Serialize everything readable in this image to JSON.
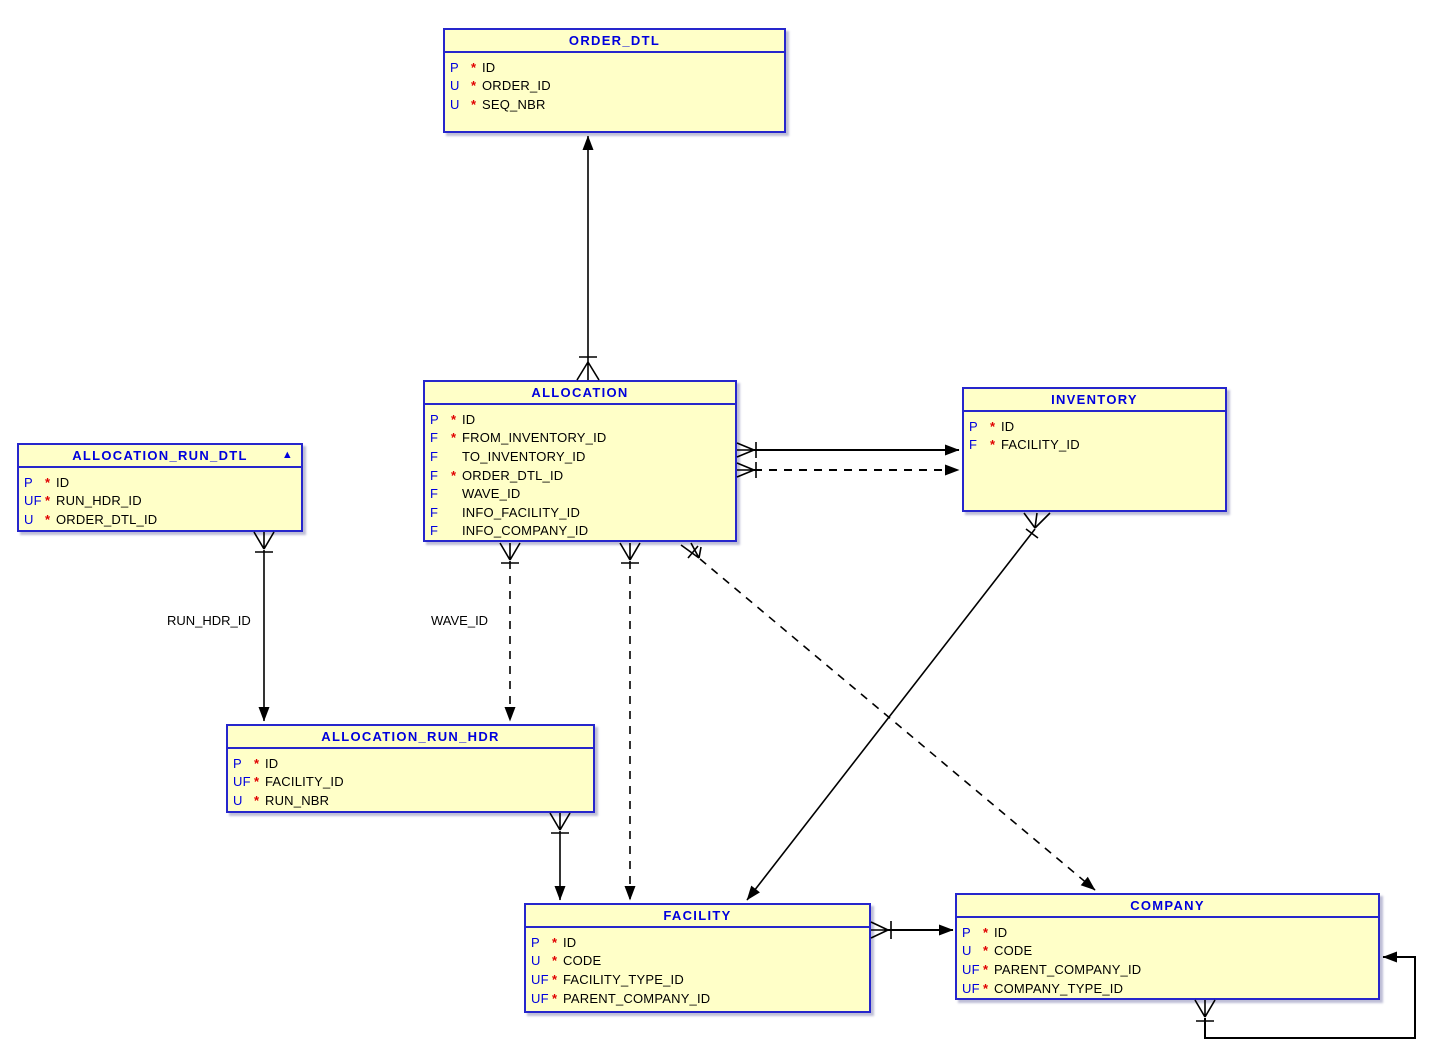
{
  "diagram_type": "entity-relationship-diagram",
  "colors": {
    "entity_fill": "#ffffc8",
    "entity_border": "#2626cc",
    "title_text": "#0000dd",
    "key_text": "#0000dd",
    "required_marker": "#e00000",
    "field_text": "#000000",
    "relationship_line": "#000000",
    "background": "#ffffff"
  },
  "entities": [
    {
      "name": "ORDER_DTL",
      "fields": [
        {
          "key": "P",
          "req": "*",
          "name": "ID"
        },
        {
          "key": "U",
          "req": "*",
          "name": "ORDER_ID"
        },
        {
          "key": "U",
          "req": "*",
          "name": "SEQ_NBR"
        }
      ]
    },
    {
      "name": "ALLOCATION",
      "fields": [
        {
          "key": "P",
          "req": "*",
          "name": "ID"
        },
        {
          "key": "F",
          "req": "*",
          "name": "FROM_INVENTORY_ID"
        },
        {
          "key": "F",
          "req": "",
          "name": "TO_INVENTORY_ID"
        },
        {
          "key": "F",
          "req": "*",
          "name": "ORDER_DTL_ID"
        },
        {
          "key": "F",
          "req": "",
          "name": "WAVE_ID"
        },
        {
          "key": "F",
          "req": "",
          "name": "INFO_FACILITY_ID"
        },
        {
          "key": "F",
          "req": "",
          "name": "INFO_COMPANY_ID"
        }
      ]
    },
    {
      "name": "INVENTORY",
      "fields": [
        {
          "key": "P",
          "req": "*",
          "name": "ID"
        },
        {
          "key": "F",
          "req": "*",
          "name": "FACILITY_ID"
        }
      ]
    },
    {
      "name": "ALLOCATION_RUN_DTL",
      "collapse_marker": "▲",
      "fields": [
        {
          "key": "P",
          "req": "*",
          "name": "ID"
        },
        {
          "key": "UF",
          "req": "*",
          "name": "RUN_HDR_ID"
        },
        {
          "key": "U",
          "req": "*",
          "name": "ORDER_DTL_ID"
        }
      ]
    },
    {
      "name": "ALLOCATION_RUN_HDR",
      "fields": [
        {
          "key": "P",
          "req": "*",
          "name": "ID"
        },
        {
          "key": "UF",
          "req": "*",
          "name": "FACILITY_ID"
        },
        {
          "key": "U",
          "req": "*",
          "name": "RUN_NBR"
        }
      ]
    },
    {
      "name": "FACILITY",
      "fields": [
        {
          "key": "P",
          "req": "*",
          "name": "ID"
        },
        {
          "key": "U",
          "req": "*",
          "name": "CODE"
        },
        {
          "key": "UF",
          "req": "*",
          "name": "FACILITY_TYPE_ID"
        },
        {
          "key": "UF",
          "req": "*",
          "name": "PARENT_COMPANY_ID"
        }
      ]
    },
    {
      "name": "COMPANY",
      "fields": [
        {
          "key": "P",
          "req": "*",
          "name": "ID"
        },
        {
          "key": "U",
          "req": "*",
          "name": "CODE"
        },
        {
          "key": "UF",
          "req": "*",
          "name": "PARENT_COMPANY_ID"
        },
        {
          "key": "UF",
          "req": "*",
          "name": "COMPANY_TYPE_ID"
        }
      ]
    }
  ],
  "relationships": [
    {
      "from": "ALLOCATION",
      "to": "ORDER_DTL",
      "line": "solid",
      "label": ""
    },
    {
      "from": "ALLOCATION",
      "to": "INVENTORY",
      "line": "solid",
      "label": ""
    },
    {
      "from": "ALLOCATION",
      "to": "INVENTORY",
      "line": "dashed",
      "label": ""
    },
    {
      "from": "ALLOCATION_RUN_DTL",
      "to": "ALLOCATION_RUN_HDR",
      "line": "solid",
      "label": "RUN_HDR_ID"
    },
    {
      "from": "ALLOCATION",
      "to": "ALLOCATION_RUN_HDR",
      "line": "dashed",
      "label": "WAVE_ID"
    },
    {
      "from": "ALLOCATION",
      "to": "FACILITY",
      "line": "dashed",
      "label": ""
    },
    {
      "from": "ALLOCATION_RUN_HDR",
      "to": "FACILITY",
      "line": "solid",
      "label": ""
    },
    {
      "from": "INVENTORY",
      "to": "FACILITY",
      "line": "solid",
      "label": ""
    },
    {
      "from": "ALLOCATION",
      "to": "COMPANY",
      "line": "dashed",
      "label": ""
    },
    {
      "from": "FACILITY",
      "to": "COMPANY",
      "line": "solid",
      "label": ""
    },
    {
      "from": "COMPANY",
      "to": "COMPANY",
      "line": "solid",
      "label": "",
      "self_reference": true
    }
  ]
}
